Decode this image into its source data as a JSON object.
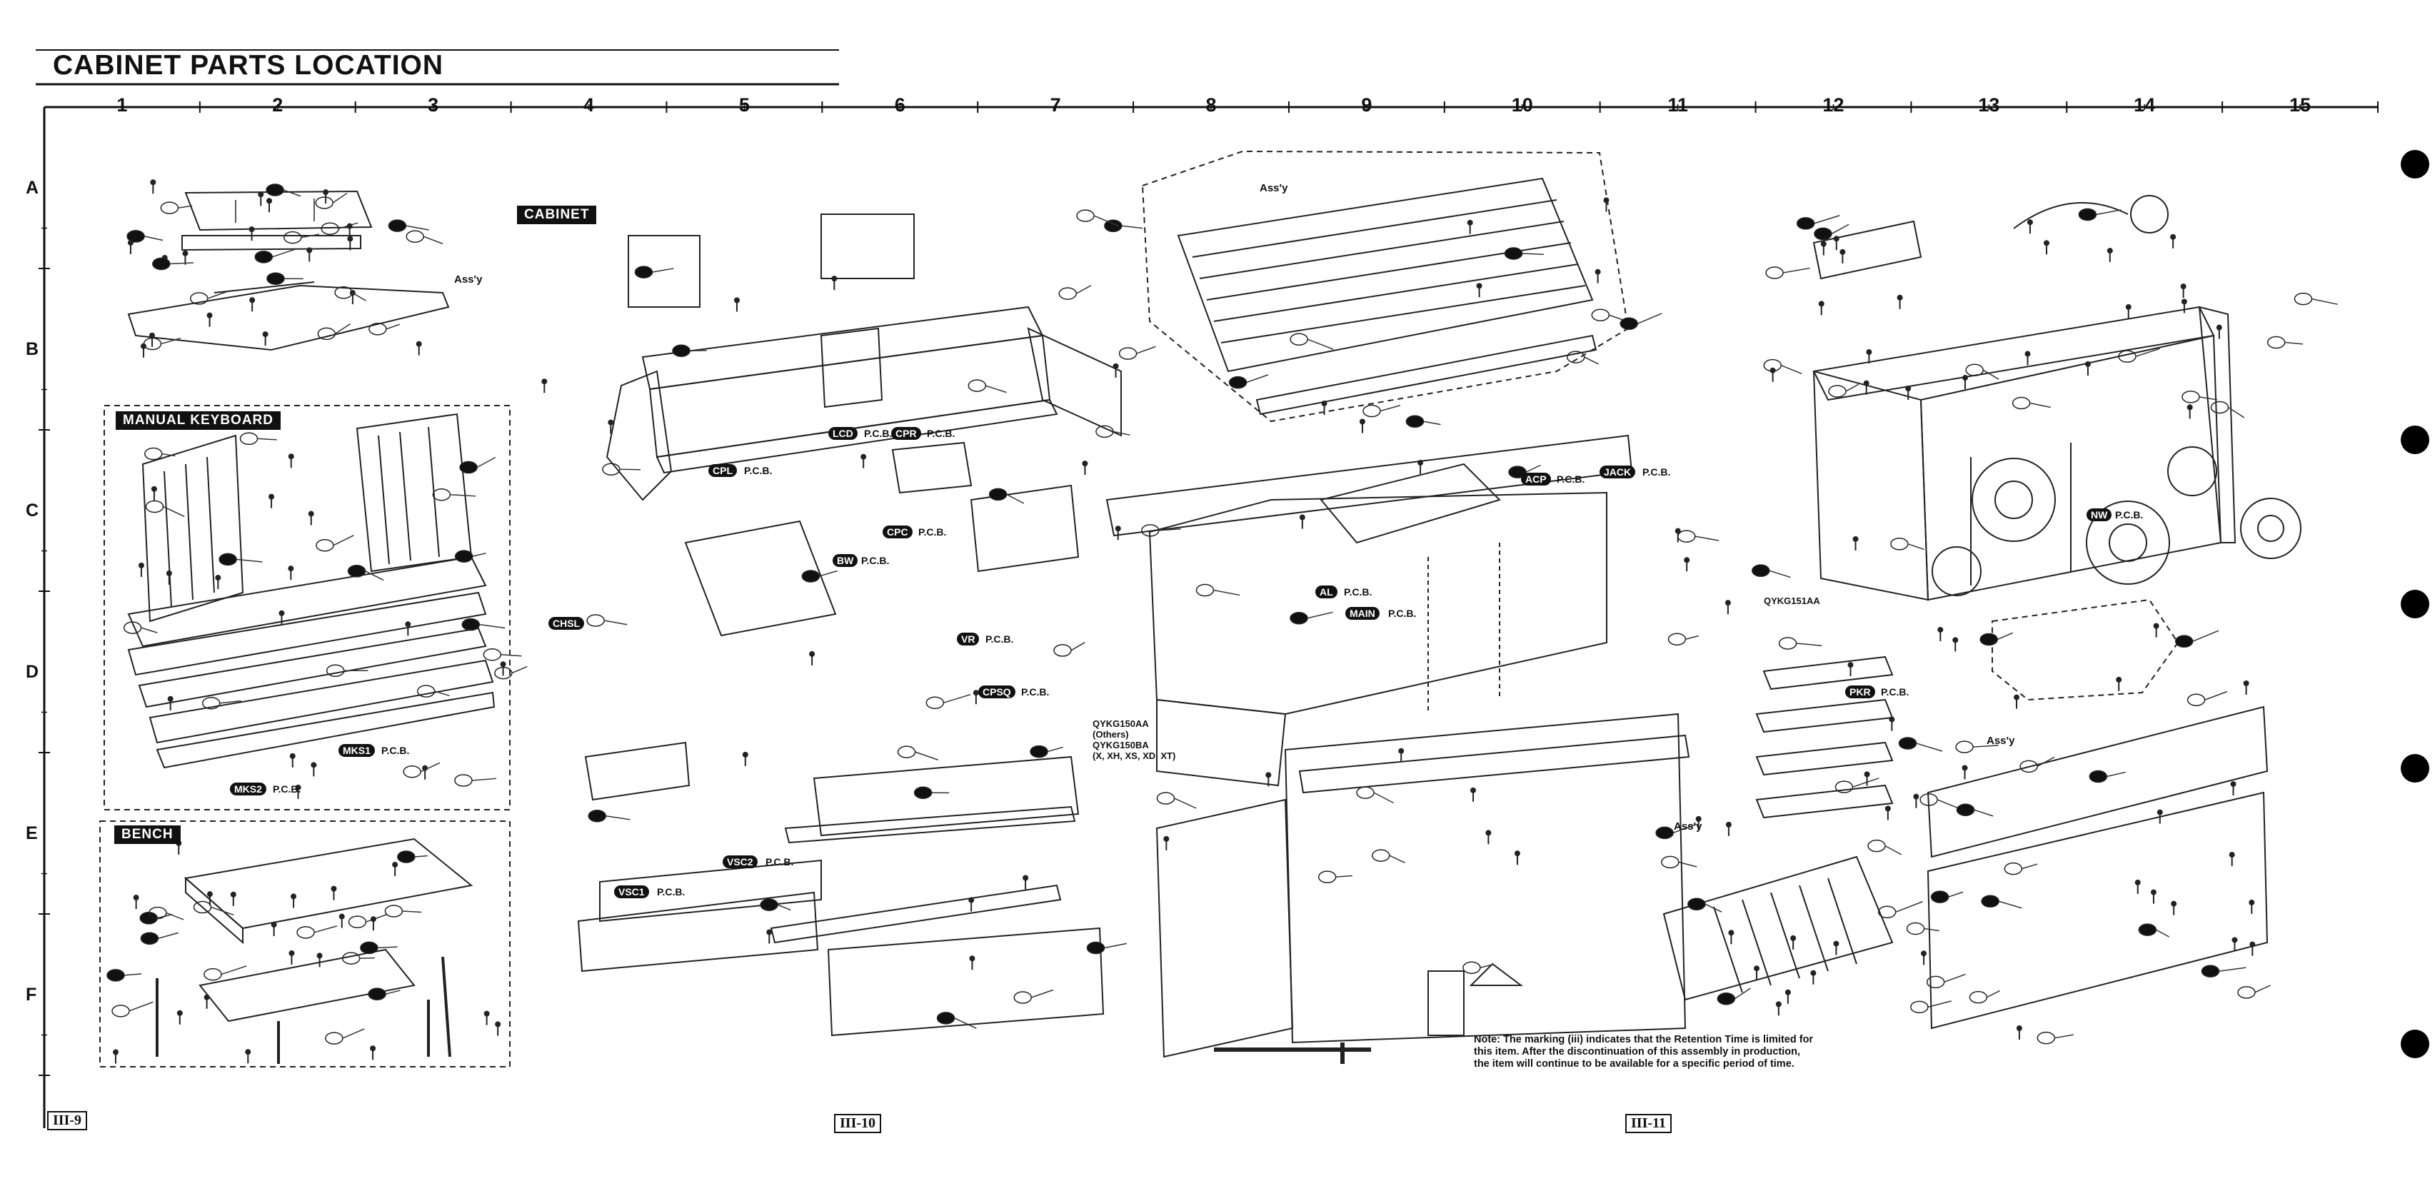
{
  "title": "CABINET PARTS LOCATION",
  "grid": {
    "columns": [
      "1",
      "2",
      "3",
      "4",
      "5",
      "6",
      "7",
      "8",
      "9",
      "10",
      "11",
      "12",
      "13",
      "14",
      "15"
    ],
    "rows": [
      "A",
      "B",
      "C",
      "D",
      "E",
      "F"
    ]
  },
  "sections": {
    "cabinet": "CABINET",
    "manual_keyboard": "MANUAL KEYBOARD",
    "bench": "BENCH"
  },
  "pcb_labels": [
    {
      "tag": "CPL",
      "suffix": "P.C.B."
    },
    {
      "tag": "LCD",
      "suffix": "P.C.B."
    },
    {
      "tag": "CPR",
      "suffix": "P.C.B."
    },
    {
      "tag": "CPC",
      "suffix": "P.C.B."
    },
    {
      "tag": "BW",
      "suffix": "P.C.B."
    },
    {
      "tag": "VR",
      "suffix": "P.C.B."
    },
    {
      "tag": "CPSQ",
      "suffix": "P.C.B."
    },
    {
      "tag": "CHSL",
      "suffix": ""
    },
    {
      "tag": "MKS1",
      "suffix": "P.C.B."
    },
    {
      "tag": "MKS2",
      "suffix": "P.C.B."
    },
    {
      "tag": "VSC1",
      "suffix": "P.C.B."
    },
    {
      "tag": "VSC2",
      "suffix": "P.C.B."
    },
    {
      "tag": "ACP",
      "suffix": "P.C.B."
    },
    {
      "tag": "JACK",
      "suffix": "P.C.B."
    },
    {
      "tag": "MAIN",
      "suffix": "P.C.B."
    },
    {
      "tag": "AL",
      "suffix": "P.C.B."
    },
    {
      "tag": "PKR",
      "suffix": "P.C.B."
    },
    {
      "tag": "NW",
      "suffix": "P.C.B."
    }
  ],
  "assy_labels": {
    "top_bench_assy": "Ass'y",
    "lid_assy": "Ass'y",
    "pedal_assy": "Ass'y",
    "right_bracket_assy": "Ass'y"
  },
  "part_codes": {
    "cabinet_code": "QYKG150AA\n(Others)\nQYKG150BA\n(X, XH, XS, XD, XT)",
    "speaker_code": "QYKG151AA"
  },
  "note": "Note: The marking (iii) indicates that the Retention Time is limited for this item. After the discontinuation of this assembly in production, the item will continue to be available for a specific period of time.",
  "page_numbers": [
    "III-9",
    "III-10",
    "III-11"
  ]
}
